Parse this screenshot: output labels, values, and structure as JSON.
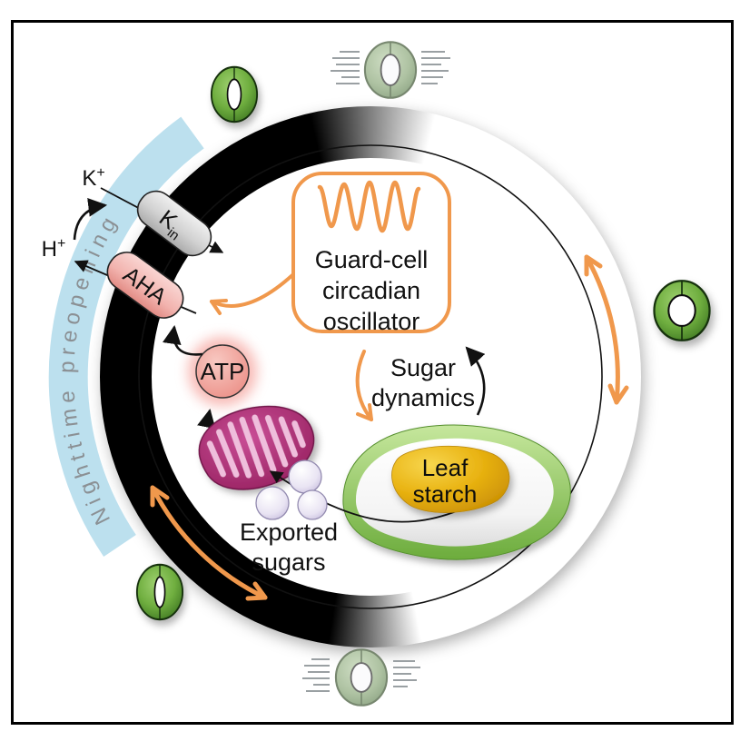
{
  "cycle": {
    "night_label": "Nighttime preopening"
  },
  "oscillator": {
    "line1": "Guard-cell",
    "line2": "circadian",
    "line3": "oscillator"
  },
  "membrane": {
    "kin": {
      "main": "K",
      "sub": "in"
    },
    "aha": "AHA",
    "k_ion": {
      "base": "K",
      "sup": "+"
    },
    "h_ion": {
      "base": "H",
      "sup": "+"
    }
  },
  "energy": {
    "atp": "ATP"
  },
  "chloroplast": {
    "starch_line1": "Leaf",
    "starch_line2": "starch"
  },
  "sugars": {
    "dynamics_line1": "Sugar",
    "dynamics_line2": "dynamics",
    "exported_line1": "Exported",
    "exported_line2": "sugars"
  },
  "icons": {
    "stoma_partially_open": "stoma-partially-open-icon",
    "stoma_open": "stoma-open-icon",
    "stoma_nearly_closed": "stoma-nearly-closed-icon",
    "stoma_transition": "stoma-transition-icon",
    "oscillation_wave": "oscillation-wave-icon",
    "mitochondrion": "mitochondrion-icon",
    "chloroplast": "chloroplast-icon",
    "atp_molecule": "atp-molecule-icon",
    "sugar_sphere": "sugar-sphere-icon"
  },
  "colors": {
    "accent_orange": "#F0984C",
    "night_black": "#000000",
    "day_white": "#FFFFFF",
    "preopening_blue": "#BCE0EE",
    "atp_pink": "#F2A9A2",
    "transporter_gray": "#D9D9D9",
    "aha_pink": "#F2B3AE",
    "mitochondrion_magenta": "#B02C77",
    "chloroplast_green": "#7FB94B",
    "starch_gold": "#E0A90E",
    "stoma_green": "#5B9A33",
    "faded_stoma_green": "#A9BD9E",
    "label_gray": "#8b9094"
  }
}
